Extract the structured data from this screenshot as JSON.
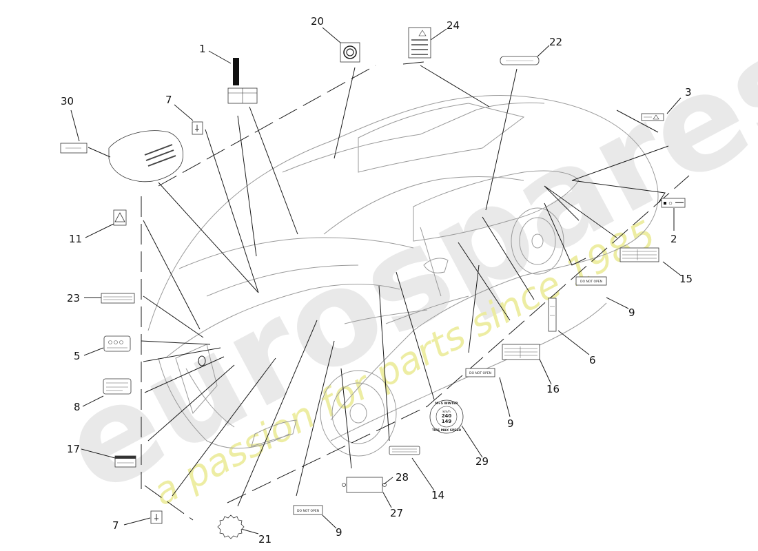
{
  "watermark": {
    "brand": "eurospares",
    "tagline": "a passion for parts since 1985"
  },
  "label_texts": {
    "do_not_open": "DO NOT OPEN",
    "tyre_badge_top": "M+S WINTER",
    "tyre_badge_bottom": "TIRE MAX SPEED",
    "tyre_badge_kmh": "km/h",
    "tyre_badge_kmh_value": "240",
    "tyre_badge_mph_value": "149"
  },
  "callouts": [
    {
      "id": "c1",
      "text": "1"
    },
    {
      "id": "c2",
      "text": "2"
    },
    {
      "id": "c3",
      "text": "3"
    },
    {
      "id": "c5",
      "text": "5"
    },
    {
      "id": "c6",
      "text": "6"
    },
    {
      "id": "c7a",
      "text": "7"
    },
    {
      "id": "c7b",
      "text": "7"
    },
    {
      "id": "c8",
      "text": "8"
    },
    {
      "id": "c9a",
      "text": "9"
    },
    {
      "id": "c9b",
      "text": "9"
    },
    {
      "id": "c9c",
      "text": "9"
    },
    {
      "id": "c11",
      "text": "11"
    },
    {
      "id": "c14",
      "text": "14"
    },
    {
      "id": "c15",
      "text": "15"
    },
    {
      "id": "c16",
      "text": "16"
    },
    {
      "id": "c17",
      "text": "17"
    },
    {
      "id": "c20",
      "text": "20"
    },
    {
      "id": "c21",
      "text": "21"
    },
    {
      "id": "c22",
      "text": "22"
    },
    {
      "id": "c23",
      "text": "23"
    },
    {
      "id": "c24",
      "text": "24"
    },
    {
      "id": "c27",
      "text": "27"
    },
    {
      "id": "c28",
      "text": "28"
    },
    {
      "id": "c29",
      "text": "29"
    },
    {
      "id": "c30",
      "text": "30"
    }
  ]
}
